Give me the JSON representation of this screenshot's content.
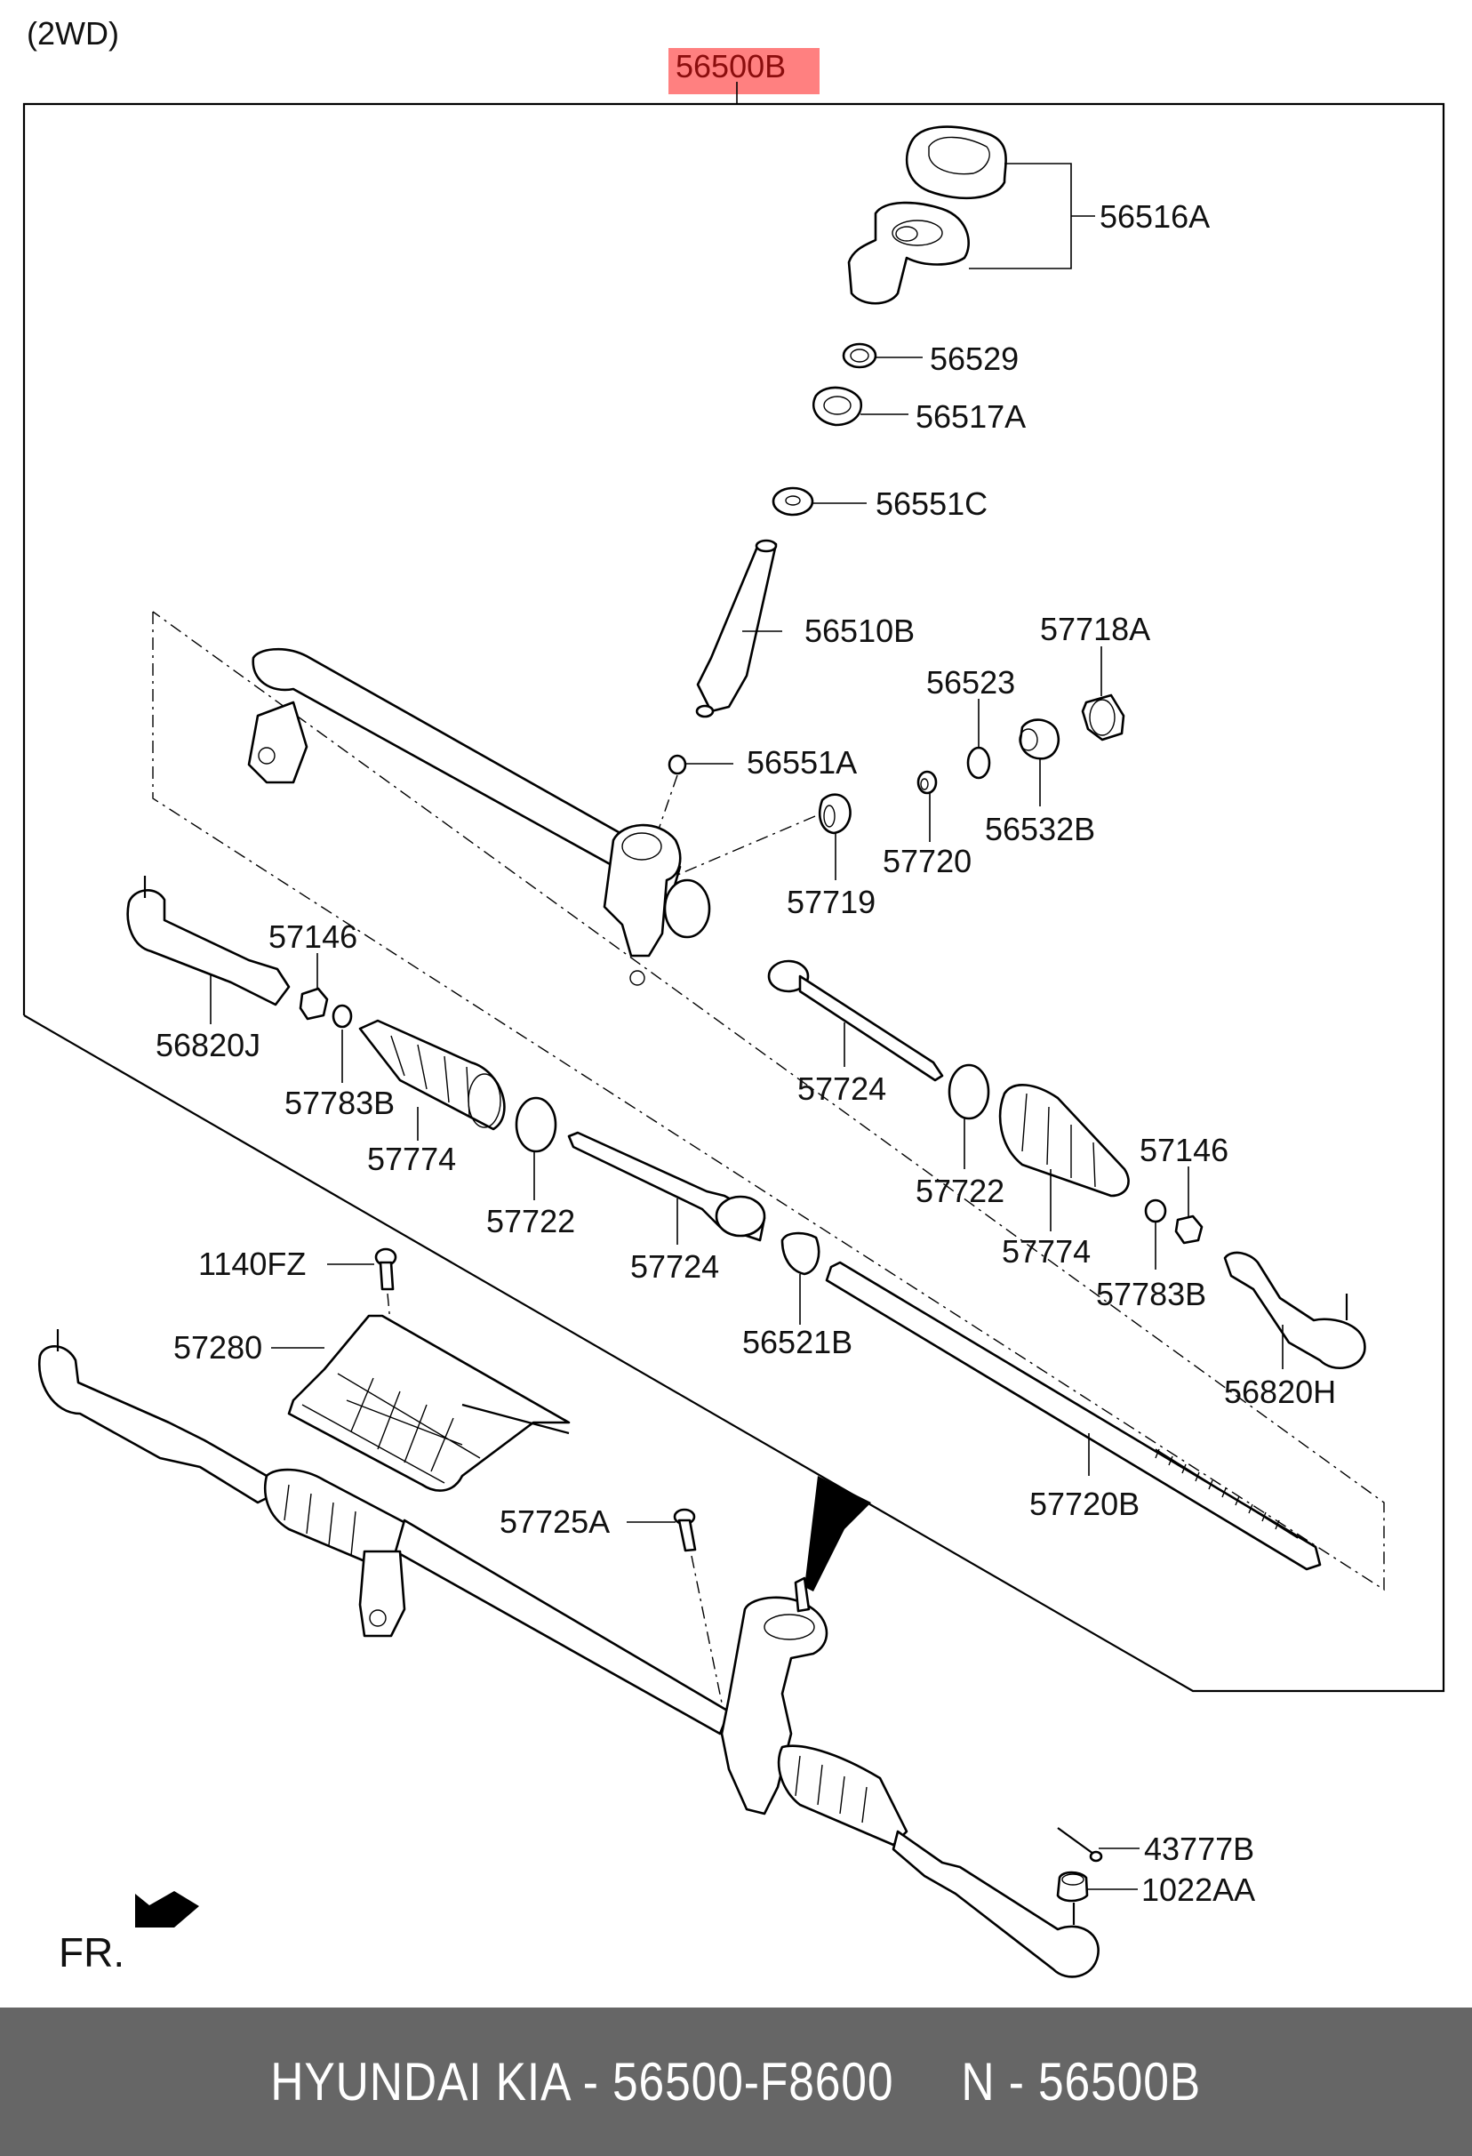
{
  "diagram": {
    "variant_label": "(2WD)",
    "assembly_label": "56500B",
    "highlight_color": "#ff8080",
    "front_indicator": "FR.",
    "callouts": [
      {
        "id": "56516A",
        "part": "cover-and-boot"
      },
      {
        "id": "56529",
        "part": "seal"
      },
      {
        "id": "56517A",
        "part": "lock-nut"
      },
      {
        "id": "56551C",
        "part": "washer"
      },
      {
        "id": "56510B",
        "part": "pinion-shaft"
      },
      {
        "id": "57718A",
        "part": "yoke-plug-nut"
      },
      {
        "id": "56523",
        "part": "o-ring"
      },
      {
        "id": "56551A",
        "part": "cap"
      },
      {
        "id": "56532B",
        "part": "yoke-plug"
      },
      {
        "id": "57720",
        "part": "spring"
      },
      {
        "id": "57719",
        "part": "support-yoke"
      },
      {
        "id": "57146",
        "part": "nut-left"
      },
      {
        "id": "56820J",
        "part": "tie-rod-end-left"
      },
      {
        "id": "57783B",
        "part": "clip-left"
      },
      {
        "id": "57774",
        "part": "bellows-left"
      },
      {
        "id": "57724",
        "part": "inner-tie-rod-right"
      },
      {
        "id": "57722",
        "part": "band-left"
      },
      {
        "id": "57724",
        "part": "inner-tie-rod-left"
      },
      {
        "id": "57722",
        "part": "band-right"
      },
      {
        "id": "57774",
        "part": "bellows-right"
      },
      {
        "id": "57146",
        "part": "nut-right"
      },
      {
        "id": "57783B",
        "part": "clip-right"
      },
      {
        "id": "56820H",
        "part": "tie-rod-end-right"
      },
      {
        "id": "1140FZ",
        "part": "bolt"
      },
      {
        "id": "56521B",
        "part": "bushing"
      },
      {
        "id": "57280",
        "part": "heat-protector"
      },
      {
        "id": "57720B",
        "part": "rack"
      },
      {
        "id": "57725A",
        "part": "bolt"
      },
      {
        "id": "43777B",
        "part": "split-pin"
      },
      {
        "id": "1022AA",
        "part": "castle-nut"
      }
    ]
  },
  "footer": {
    "text": "HYUNDAI KIA - 56500-F8600     N - 56500B"
  }
}
